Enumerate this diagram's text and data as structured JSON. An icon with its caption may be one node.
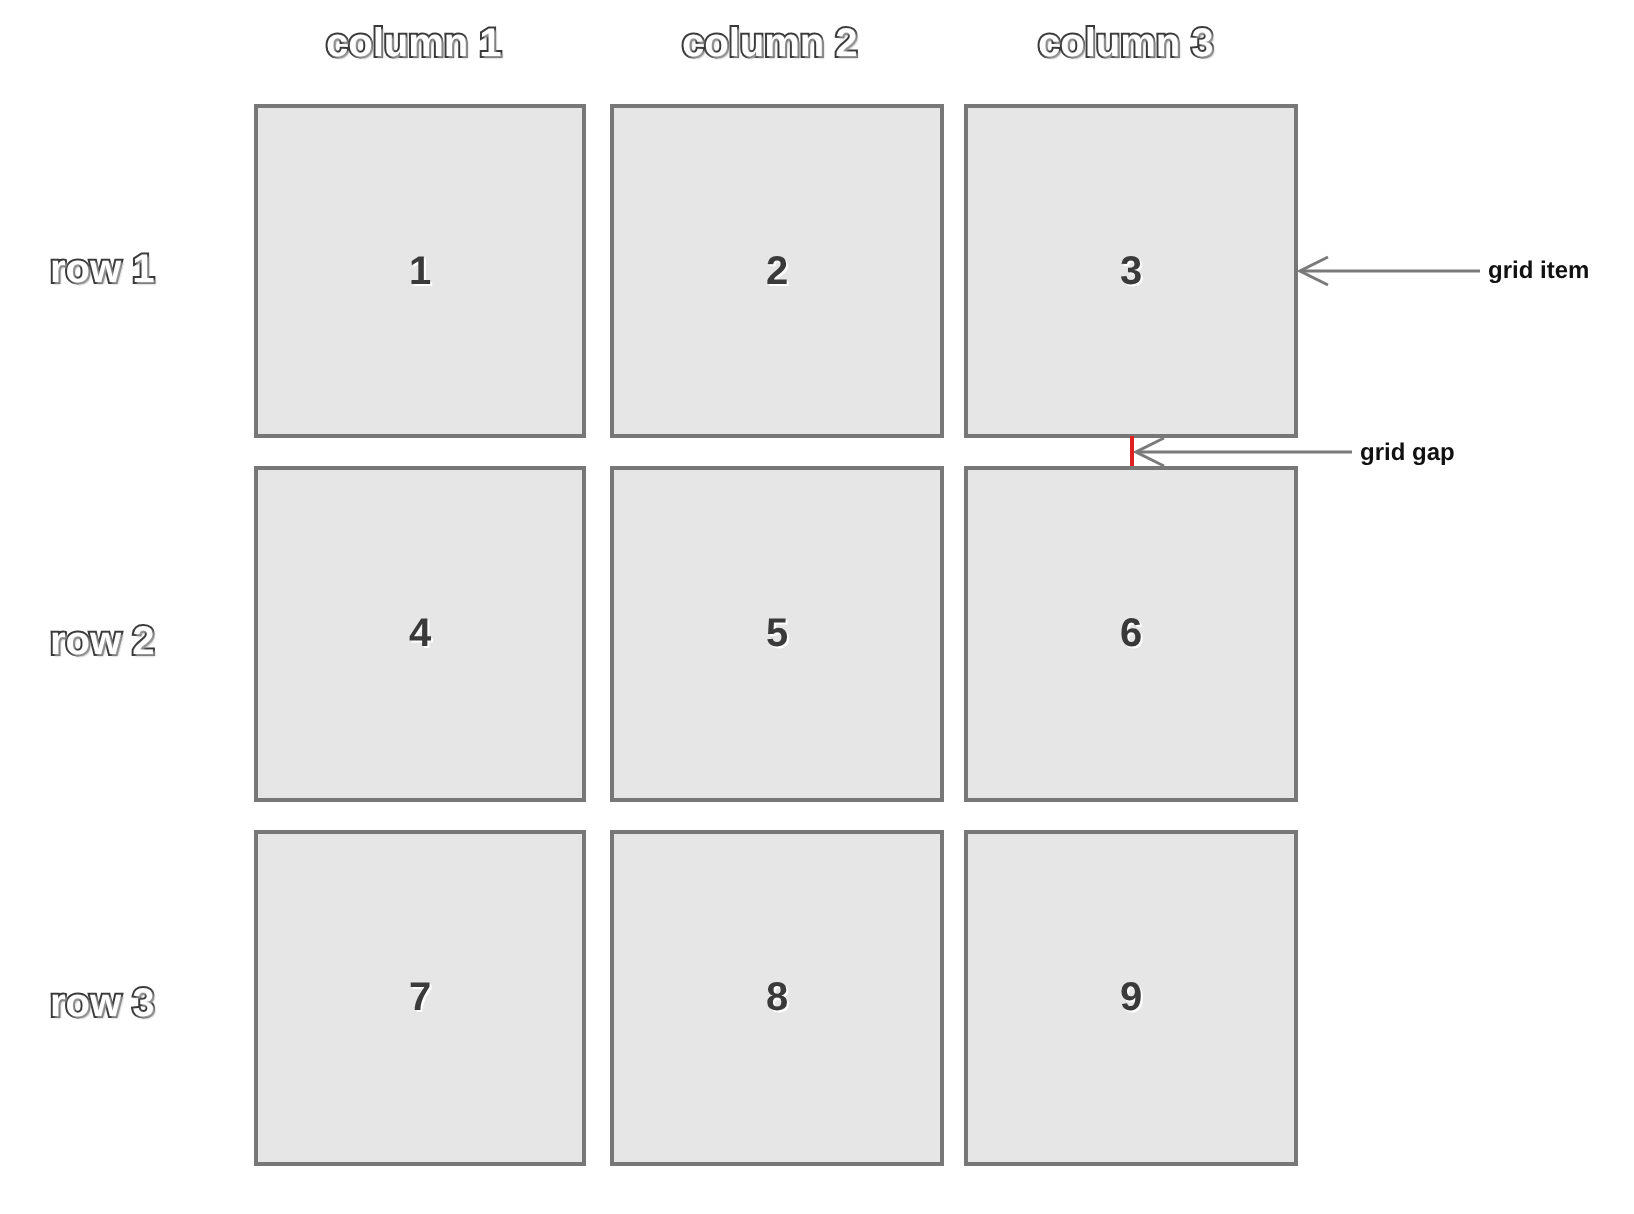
{
  "diagram": {
    "nodes": [
      {
        "text": [
          "1"
        ]
      },
      {
        "text": [
          "2"
        ]
      },
      {
        "text": [
          "3"
        ]
      },
      {
        "text": [
          "grid item"
        ]
      },
      {
        "text": [],
        "shape": "bar"
      },
      {
        "text": [
          "grid gap"
        ]
      },
      {
        "text": [
          "4"
        ]
      },
      {
        "text": [
          "5"
        ]
      },
      {
        "text": [
          "6"
        ]
      },
      {
        "text": [
          "7"
        ]
      },
      {
        "text": [
          "8"
        ]
      },
      {
        "text": [
          "9"
        ]
      }
    ],
    "edges": [
      {
        "from": 3,
        "to": 2,
        "arrow": "to"
      },
      {
        "from": 5,
        "to": 4,
        "arrow": "to"
      }
    ],
    "labels": [
      "column 1",
      "column 2",
      "column 3",
      "row 1",
      "row 2",
      "row 3"
    ]
  }
}
